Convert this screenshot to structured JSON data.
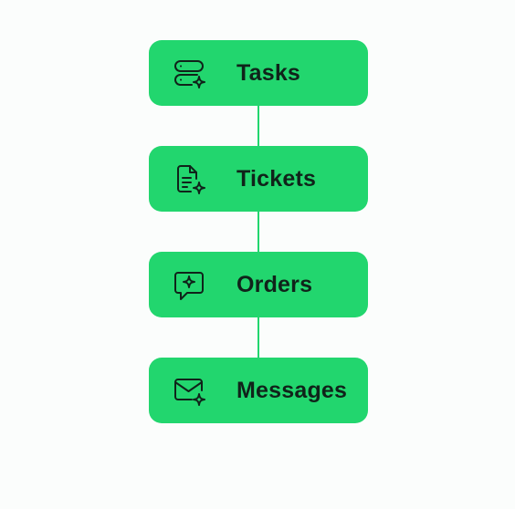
{
  "colors": {
    "background": "#fbfdfc",
    "node_fill": "#22d66e",
    "connector": "#22d66e",
    "text": "#10231a",
    "icon_stroke": "#10231a"
  },
  "nodes": [
    {
      "label": "Tasks",
      "icon": "server-sparkle-icon"
    },
    {
      "label": "Tickets",
      "icon": "document-sparkle-icon"
    },
    {
      "label": "Orders",
      "icon": "chat-sparkle-icon"
    },
    {
      "label": "Messages",
      "icon": "mail-sparkle-icon"
    }
  ]
}
